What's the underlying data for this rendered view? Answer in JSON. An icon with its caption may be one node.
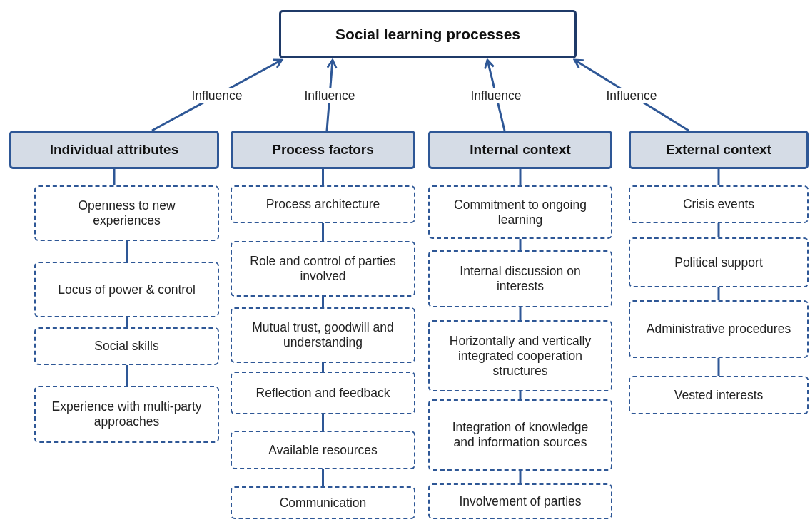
{
  "diagram": {
    "nodes": [
      {
        "text": [
          "Social learning processes"
        ]
      },
      {
        "text": [
          "Individual attributes"
        ]
      },
      {
        "text": [
          "Openness to new experiences"
        ]
      },
      {
        "text": [
          "Locus of power & control"
        ]
      },
      {
        "text": [
          "Social skills"
        ]
      },
      {
        "text": [
          "Experience with multi-party approaches"
        ]
      },
      {
        "text": [
          "Process factors"
        ]
      },
      {
        "text": [
          "Process architecture"
        ]
      },
      {
        "text": [
          "Role and control of parties involved"
        ]
      },
      {
        "text": [
          "Mutual trust, goodwill and understanding"
        ]
      },
      {
        "text": [
          "Reflection and feedback"
        ]
      },
      {
        "text": [
          "Available resources"
        ]
      },
      {
        "text": [
          "Communication"
        ]
      },
      {
        "text": [
          "Internal context"
        ]
      },
      {
        "text": [
          "Commitment to ongoing learning"
        ]
      },
      {
        "text": [
          "Internal discussion on interests"
        ]
      },
      {
        "text": [
          "Horizontally and vertically integrated cooperation structures"
        ]
      },
      {
        "text": [
          "Integration of knowledge and information sources"
        ]
      },
      {
        "text": [
          "Involvement of parties"
        ]
      },
      {
        "text": [
          "External context"
        ]
      },
      {
        "text": [
          "Crisis events"
        ]
      },
      {
        "text": [
          "Political support"
        ]
      },
      {
        "text": [
          "Administrative procedures"
        ]
      },
      {
        "text": [
          "Vested interests"
        ]
      }
    ],
    "edges": [
      {
        "from": 1,
        "to": 0,
        "arrow": "to",
        "label": "Influence"
      },
      {
        "from": 6,
        "to": 0,
        "arrow": "to",
        "label": "Influence"
      },
      {
        "from": 13,
        "to": 0,
        "arrow": "to",
        "label": "Influence"
      },
      {
        "from": 19,
        "to": 0,
        "arrow": "to",
        "label": "Influence"
      },
      {
        "from": 1,
        "to": 2,
        "arrow": "none"
      },
      {
        "from": 2,
        "to": 3,
        "arrow": "none"
      },
      {
        "from": 3,
        "to": 4,
        "arrow": "none"
      },
      {
        "from": 4,
        "to": 5,
        "arrow": "none"
      },
      {
        "from": 6,
        "to": 7,
        "arrow": "none"
      },
      {
        "from": 7,
        "to": 8,
        "arrow": "none"
      },
      {
        "from": 8,
        "to": 9,
        "arrow": "none"
      },
      {
        "from": 9,
        "to": 10,
        "arrow": "none"
      },
      {
        "from": 10,
        "to": 11,
        "arrow": "none"
      },
      {
        "from": 11,
        "to": 12,
        "arrow": "none"
      },
      {
        "from": 13,
        "to": 14,
        "arrow": "none"
      },
      {
        "from": 14,
        "to": 15,
        "arrow": "none"
      },
      {
        "from": 15,
        "to": 16,
        "arrow": "none"
      },
      {
        "from": 16,
        "to": 17,
        "arrow": "none"
      },
      {
        "from": 17,
        "to": 18,
        "arrow": "none"
      },
      {
        "from": 19,
        "to": 20,
        "arrow": "none"
      },
      {
        "from": 20,
        "to": 21,
        "arrow": "none"
      },
      {
        "from": 21,
        "to": 22,
        "arrow": "none"
      },
      {
        "from": 22,
        "to": 23,
        "arrow": "none"
      }
    ]
  }
}
